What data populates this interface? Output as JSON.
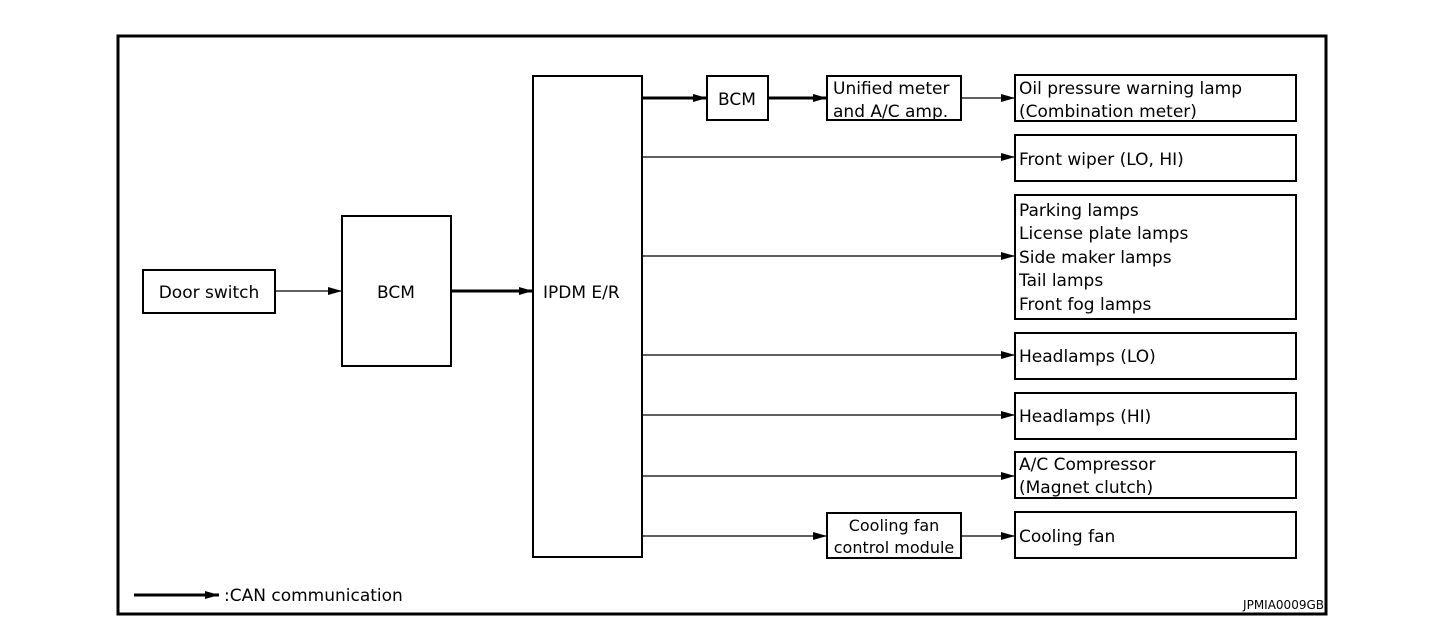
{
  "blocks": {
    "door_switch": "Door switch",
    "bcm_main": "BCM",
    "ipdm": "IPDM E/R",
    "bcm_top": "BCM",
    "unified_meter": [
      "Unified meter",
      "and A/C amp."
    ],
    "cooling_fan_module": [
      "Cooling fan",
      "control module"
    ]
  },
  "outputs": {
    "oil_pressure": [
      "Oil pressure warning lamp",
      "(Combination meter)"
    ],
    "front_wiper": [
      "Front wiper (LO, HI)"
    ],
    "lamps": [
      "Parking lamps",
      "License plate lamps",
      "Side maker lamps",
      "Tail lamps",
      "Front fog lamps"
    ],
    "headlamps_lo": [
      "Headlamps (LO)"
    ],
    "headlamps_hi": [
      "Headlamps (HI)"
    ],
    "ac_compressor": [
      "A/C Compressor",
      "(Magnet clutch)"
    ],
    "cooling_fan": [
      "Cooling fan"
    ]
  },
  "legend": {
    "can_label": ":CAN communication"
  },
  "figure_id": "JPMIA0009GB"
}
